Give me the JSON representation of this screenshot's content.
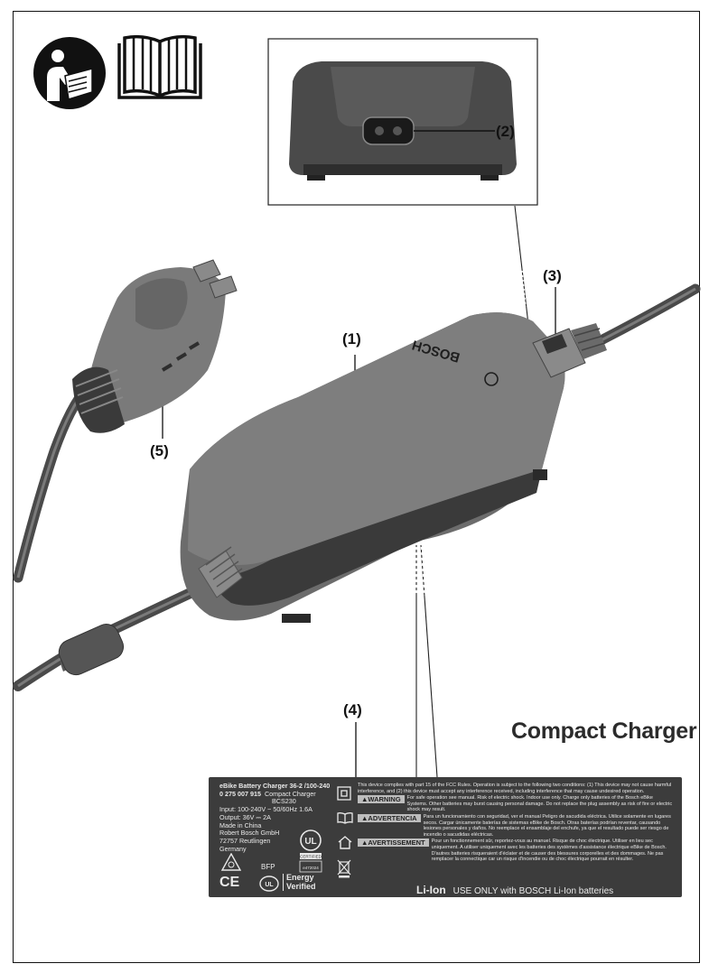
{
  "callouts": {
    "c1": "(1)",
    "c2": "(2)",
    "c3": "(3)",
    "c4": "(4)",
    "c5": "(5)"
  },
  "title": "Compact Charger",
  "brand_on_device": "BOSCH",
  "label": {
    "product_line": "eBike Battery Charger 36-2 /100-240",
    "part_number": "0 275 007 915",
    "product_name": "Compact Charger",
    "model": "BCS230",
    "input": "Input: 100-240V ~ 50/60Hz 1.6A",
    "output": "Output: 36V ⎓ 2A",
    "made_in": "Made in China",
    "company": "Robert Bosch GmbH",
    "address": "72757 Reutlingen",
    "country": "Germany",
    "bfp": "BFP",
    "fcc_text": "This device complies with part 15 of the FCC Rules. Operation is subject to the following two conditions: (1) This device may not cause harmful interference, and (2) this device must accept any interference received, including interference that may cause undesired operation.",
    "warning_label": "▲WARNING",
    "warning_text": "For safe operation see manual. Risk of electric shock. Indoor use only. Charge only batteries of the Bosch eBike Systems. Other batteries may burst causing personal damage. Do not replace the plug assembly as risk of fire or electric shock may result.",
    "advertencia_label": "▲ADVERTENCIA",
    "advertencia_text": "Para un funcionamiento con seguridad, ver el manual Peligro de sacudida eléctrica. Utilice solamente en lugares secos. Cargar únicamente baterías de sistemas eBike de Bosch. Otras baterías podrían reventar, causando lesiones personales y daños. No reemplace el ensamblaje del enchufe, ya que el resultado puede ser riesgo de incendio o sacudidas eléctricas.",
    "avertissement_label": "▲AVERTISSEMENT",
    "avertissement_text": "Pour un fonctionnement sûr, reportez-vous au manuel. Risque de choc électrique. Utiliser en lieu sec uniquement. A utiliser uniquement avec les batteries des systèmes d'assistance électrique eBike de Bosch. D'autres batteries risqueraient d'éclater et de causer des blessures corporelles et des dommages. Ne pas remplacer la connectique car un risque d'incendie ou de choc électrique pourrait en résulter.",
    "battery_type": "Li-Ion",
    "battery_note": "USE ONLY with BOSCH Li-Ion batteries",
    "ul_text": "UL",
    "ul_sub": "CERTIFIED",
    "ul_num": "e472024",
    "ce": "CE",
    "energy_1": "Energy",
    "energy_2": "Verified"
  }
}
